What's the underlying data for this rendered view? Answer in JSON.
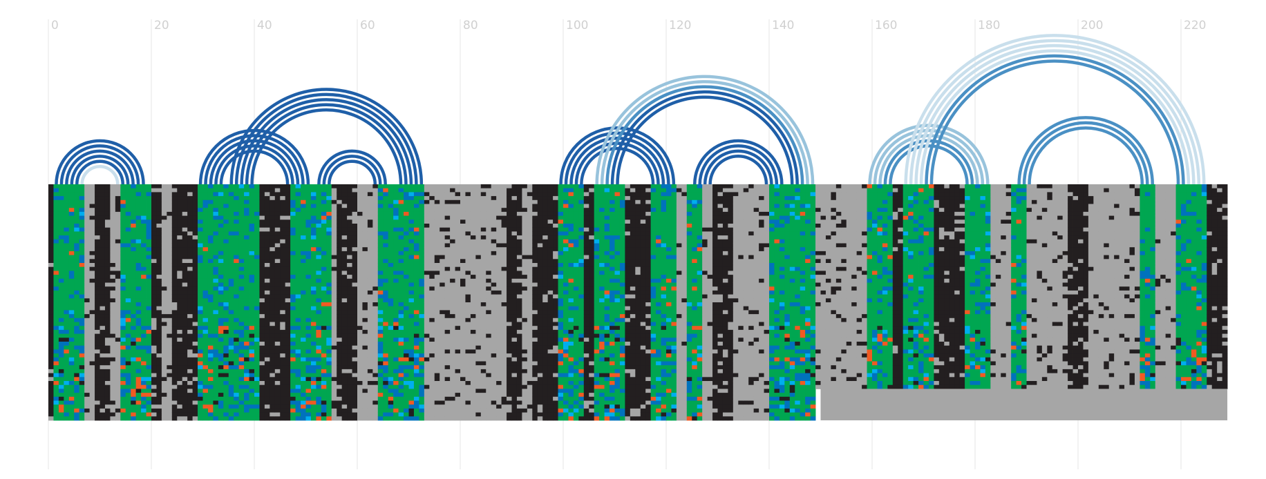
{
  "colors": {
    "background": "#ffffff",
    "gap": "#a6a6a6",
    "black": "#231f20",
    "green": "#00a651",
    "blue": "#0072bc",
    "cyan": "#00aeef",
    "orange": "#f15a22",
    "arc_dark": "#1f5fa8",
    "arc_mid": "#4a90c4",
    "arc_light": "#98c3dc",
    "arc_faint": "#c9dfec",
    "grid": "#e6e6e6",
    "tick": "#d0d0d0"
  },
  "chart_data": {
    "type": "heatmap",
    "description_axis": "sequence position",
    "x_ticks": [
      0,
      20,
      40,
      60,
      80,
      100,
      120,
      140,
      160,
      180,
      200,
      220
    ],
    "x_range": [
      0,
      229
    ],
    "rows_main": 60,
    "rows_tail": 27,
    "segments": [
      {
        "start": 0,
        "end": 1,
        "kind": "black"
      },
      {
        "start": 1,
        "end": 7,
        "kind": "green"
      },
      {
        "start": 7,
        "end": 9,
        "kind": "gap"
      },
      {
        "start": 9,
        "end": 12,
        "kind": "black"
      },
      {
        "start": 12,
        "end": 14,
        "kind": "gap"
      },
      {
        "start": 14,
        "end": 20,
        "kind": "green"
      },
      {
        "start": 20,
        "end": 22,
        "kind": "black"
      },
      {
        "start": 22,
        "end": 24,
        "kind": "gap"
      },
      {
        "start": 24,
        "end": 29,
        "kind": "black"
      },
      {
        "start": 29,
        "end": 35,
        "kind": "green"
      },
      {
        "start": 35,
        "end": 41,
        "kind": "green"
      },
      {
        "start": 41,
        "end": 47,
        "kind": "black"
      },
      {
        "start": 47,
        "end": 55,
        "kind": "green"
      },
      {
        "start": 55,
        "end": 56,
        "kind": "gap"
      },
      {
        "start": 56,
        "end": 60,
        "kind": "black"
      },
      {
        "start": 60,
        "end": 64,
        "kind": "gap"
      },
      {
        "start": 64,
        "end": 73,
        "kind": "green"
      },
      {
        "start": 73,
        "end": 89,
        "kind": "gap"
      },
      {
        "start": 89,
        "end": 92,
        "kind": "black"
      },
      {
        "start": 92,
        "end": 94,
        "kind": "gap"
      },
      {
        "start": 94,
        "end": 99,
        "kind": "black"
      },
      {
        "start": 99,
        "end": 104,
        "kind": "green"
      },
      {
        "start": 104,
        "end": 106,
        "kind": "black"
      },
      {
        "start": 106,
        "end": 112,
        "kind": "green"
      },
      {
        "start": 112,
        "end": 117,
        "kind": "black"
      },
      {
        "start": 117,
        "end": 122,
        "kind": "green"
      },
      {
        "start": 122,
        "end": 124,
        "kind": "gap"
      },
      {
        "start": 124,
        "end": 127,
        "kind": "green"
      },
      {
        "start": 127,
        "end": 129,
        "kind": "gap"
      },
      {
        "start": 129,
        "end": 133,
        "kind": "black"
      },
      {
        "start": 133,
        "end": 140,
        "kind": "gap"
      },
      {
        "start": 140,
        "end": 143,
        "kind": "green"
      },
      {
        "start": 143,
        "end": 149,
        "kind": "green"
      },
      {
        "start": 149,
        "end": 159,
        "kind": "gap"
      },
      {
        "start": 159,
        "end": 164,
        "kind": "green"
      },
      {
        "start": 164,
        "end": 166,
        "kind": "black"
      },
      {
        "start": 166,
        "end": 172,
        "kind": "green"
      },
      {
        "start": 172,
        "end": 178,
        "kind": "black"
      },
      {
        "start": 178,
        "end": 183,
        "kind": "green"
      },
      {
        "start": 183,
        "end": 187,
        "kind": "gap"
      },
      {
        "start": 187,
        "end": 190,
        "kind": "green"
      },
      {
        "start": 190,
        "end": 198,
        "kind": "gap"
      },
      {
        "start": 198,
        "end": 202,
        "kind": "black"
      },
      {
        "start": 202,
        "end": 212,
        "kind": "gap"
      },
      {
        "start": 212,
        "end": 215,
        "kind": "green"
      },
      {
        "start": 215,
        "end": 219,
        "kind": "gap"
      },
      {
        "start": 219,
        "end": 225,
        "kind": "green"
      },
      {
        "start": 225,
        "end": 229,
        "kind": "black"
      }
    ],
    "arcs": [
      {
        "start": 1,
        "end": 19,
        "count": 5,
        "shade": "dark",
        "inner": "faint"
      },
      {
        "start": 29,
        "end": 51,
        "count": 5,
        "shade": "dark"
      },
      {
        "start": 35,
        "end": 73,
        "count": 5,
        "shade": "dark"
      },
      {
        "start": 52,
        "end": 66,
        "count": 3,
        "shade": "dark"
      },
      {
        "start": 99,
        "end": 122,
        "count": 5,
        "shade": "dark"
      },
      {
        "start": 106,
        "end": 149,
        "count": 5,
        "shade": "mixed"
      },
      {
        "start": 125,
        "end": 143,
        "count": 4,
        "shade": "dark"
      },
      {
        "start": 159,
        "end": 183,
        "count": 5,
        "shade": "light"
      },
      {
        "start": 166,
        "end": 225,
        "count": 6,
        "shade": "faint"
      },
      {
        "start": 188,
        "end": 215,
        "count": 3,
        "shade": "mid"
      }
    ]
  }
}
